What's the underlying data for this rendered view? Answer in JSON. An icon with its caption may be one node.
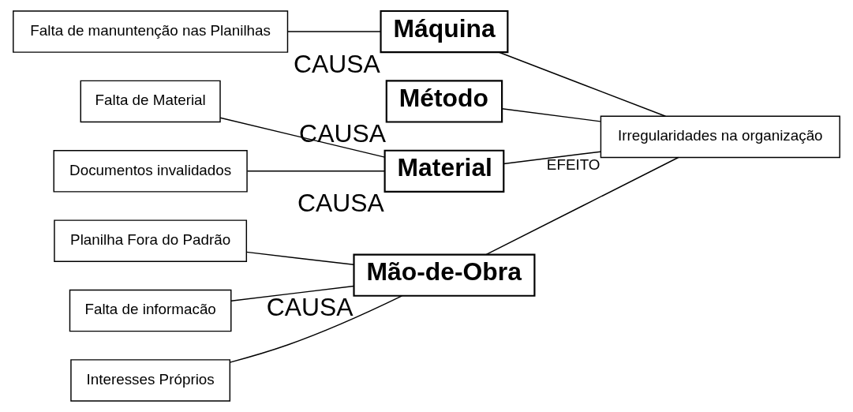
{
  "diagram": {
    "nodes": [
      {
        "text": [
          "Mão-de-Obra"
        ],
        "beside": [
          "CAUSA"
        ]
      },
      {
        "text": [
          "Máquina"
        ],
        "beside": [
          "CAUSA"
        ]
      },
      {
        "text": [
          "Planilha Fora do Padrão"
        ]
      },
      {
        "text": [
          "Falta de manuntenção nas Planilhas"
        ]
      },
      {
        "text": [
          "Falta de informacão"
        ]
      },
      {
        "text": [
          "Interesses Próprios"
        ]
      },
      {
        "text": [
          "Irregularidades na organização"
        ],
        "beside": [
          "EFEITO"
        ]
      },
      {
        "text": [
          "Falta de Material"
        ]
      },
      {
        "text": [
          "Documentos invalidados"
        ]
      },
      {
        "text": [
          "Método"
        ],
        "beside": [
          "CAUSA"
        ]
      },
      {
        "text": [
          "Material"
        ],
        "beside": [
          "CAUSA"
        ]
      }
    ],
    "edges": [
      {
        "from": 4,
        "to": 0,
        "arrow": "none"
      },
      {
        "from": 2,
        "to": 0,
        "arrow": "none"
      },
      {
        "from": 5,
        "to": 0,
        "arrow": "none"
      },
      {
        "from": 3,
        "to": 1,
        "arrow": "none"
      },
      {
        "from": 7,
        "to": 10,
        "arrow": "none"
      },
      {
        "from": 8,
        "to": 10,
        "arrow": "none"
      },
      {
        "from": 0,
        "to": 6,
        "arrow": "none"
      },
      {
        "from": 1,
        "to": 6,
        "arrow": "none"
      },
      {
        "from": 9,
        "to": 6,
        "arrow": "none"
      },
      {
        "from": 10,
        "to": 6,
        "arrow": "none"
      }
    ]
  }
}
